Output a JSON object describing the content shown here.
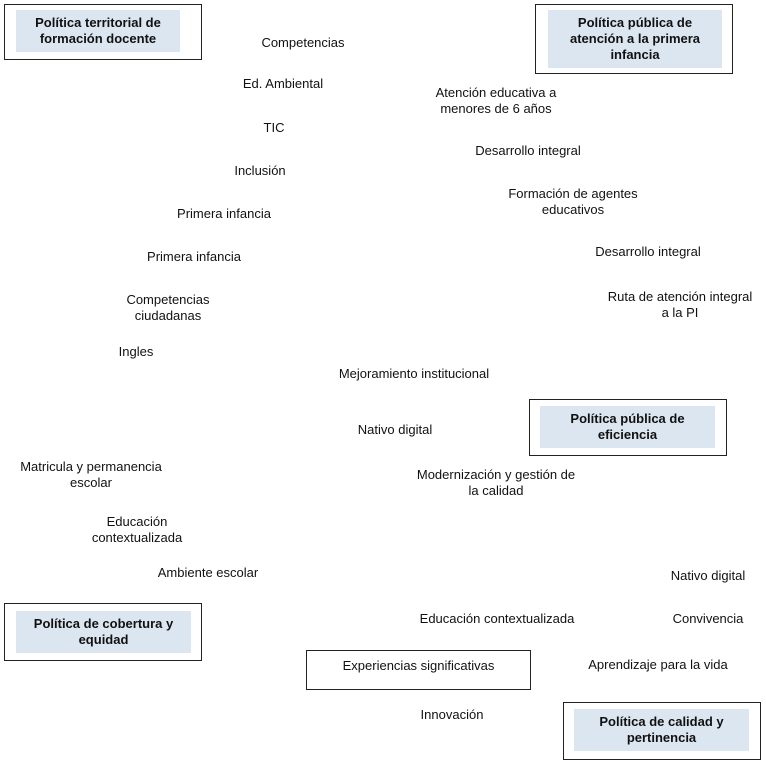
{
  "policies": {
    "territorial": "Política territorial de\nformación docente",
    "primera_infancia": "Política pública de\natención a la primera\ninfancia",
    "eficiencia": "Política pública de\neficiencia",
    "cobertura": "Política de cobertura y\nequidad",
    "calidad": "Política de calidad y\npertinencia"
  },
  "terms": {
    "competencias": "Competencias",
    "ed_ambiental": "Ed. Ambiental",
    "tic": "TIC",
    "inclusion": "Inclusión",
    "primera_infancia_1": "Primera infancia",
    "primera_infancia_2": "Primera infancia",
    "competencias_ciudadanas": "Competencias\nciudadanas",
    "ingles": "Ingles",
    "atencion_educativa": "Atención educativa a\nmenores de 6 años",
    "desarrollo_integral_1": "Desarrollo integral",
    "formacion_agentes": "Formación de agentes\neducativos",
    "desarrollo_integral_2": "Desarrollo integral",
    "ruta_atencion": "Ruta de atención integral\na la PI",
    "mejoramiento": "Mejoramiento institucional",
    "nativo_digital_1": "Nativo digital",
    "modernizacion": "Modernización y gestión de\nla calidad",
    "matricula": "Matricula y permanencia\nescolar",
    "educacion_contextualizada_1": "Educación\ncontextualizada",
    "ambiente_escolar": "Ambiente escolar",
    "nativo_digital_2": "Nativo digital",
    "educacion_contextualizada_2": "Educación contextualizada",
    "convivencia": "Convivencia",
    "experiencias": "Experiencias significativas",
    "aprendizaje": "Aprendizaje para la vida",
    "innovacion": "Innovación"
  }
}
